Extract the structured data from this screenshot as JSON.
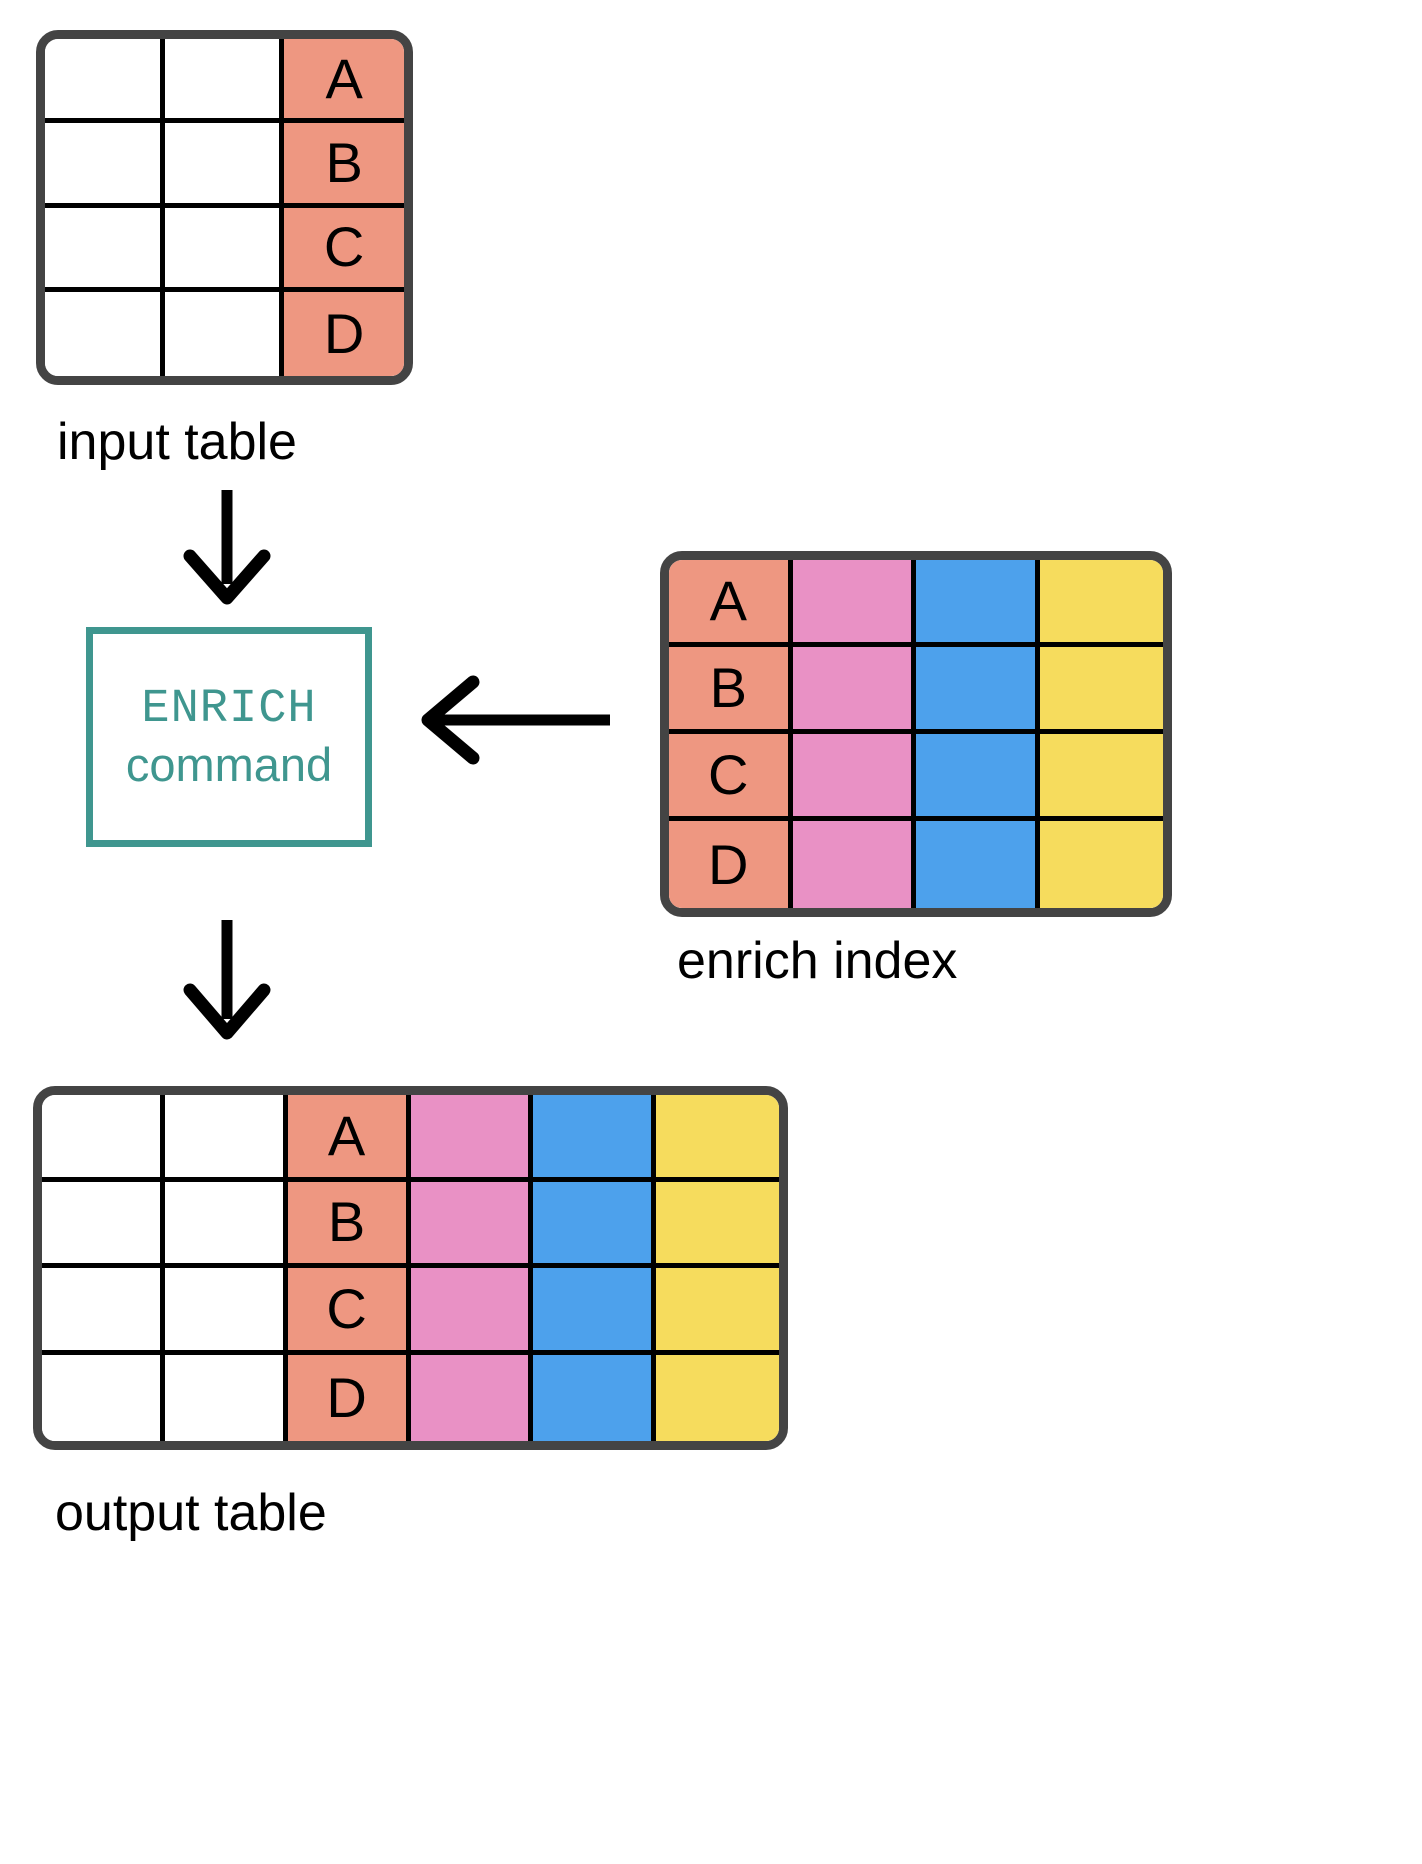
{
  "diagram": {
    "title": "ENRICH command flow",
    "colors": {
      "border_dark": "#444444",
      "grid_line": "#000000",
      "salmon": "#ee9781",
      "pink": "#e991c5",
      "blue": "#4da1ec",
      "yellow": "#f6dc5d",
      "teal": "#3f968f",
      "white": "#ffffff"
    }
  },
  "input_table": {
    "caption": "input table",
    "columns": 3,
    "rows": 4,
    "cells": [
      [
        {
          "text": "",
          "fill": "white"
        },
        {
          "text": "",
          "fill": "white"
        },
        {
          "text": "A",
          "fill": "salmon"
        }
      ],
      [
        {
          "text": "",
          "fill": "white"
        },
        {
          "text": "",
          "fill": "white"
        },
        {
          "text": "B",
          "fill": "salmon"
        }
      ],
      [
        {
          "text": "",
          "fill": "white"
        },
        {
          "text": "",
          "fill": "white"
        },
        {
          "text": "C",
          "fill": "salmon"
        }
      ],
      [
        {
          "text": "",
          "fill": "white"
        },
        {
          "text": "",
          "fill": "white"
        },
        {
          "text": "D",
          "fill": "salmon"
        }
      ]
    ]
  },
  "enrich_index_table": {
    "caption": "enrich index",
    "columns": 4,
    "rows": 4,
    "cells": [
      [
        {
          "text": "A",
          "fill": "salmon"
        },
        {
          "text": "",
          "fill": "pink"
        },
        {
          "text": "",
          "fill": "blue"
        },
        {
          "text": "",
          "fill": "yellow"
        }
      ],
      [
        {
          "text": "B",
          "fill": "salmon"
        },
        {
          "text": "",
          "fill": "pink"
        },
        {
          "text": "",
          "fill": "blue"
        },
        {
          "text": "",
          "fill": "yellow"
        }
      ],
      [
        {
          "text": "C",
          "fill": "salmon"
        },
        {
          "text": "",
          "fill": "pink"
        },
        {
          "text": "",
          "fill": "blue"
        },
        {
          "text": "",
          "fill": "yellow"
        }
      ],
      [
        {
          "text": "D",
          "fill": "salmon"
        },
        {
          "text": "",
          "fill": "pink"
        },
        {
          "text": "",
          "fill": "blue"
        },
        {
          "text": "",
          "fill": "yellow"
        }
      ]
    ]
  },
  "output_table": {
    "caption": "output table",
    "columns": 6,
    "rows": 4,
    "cells": [
      [
        {
          "text": "",
          "fill": "white"
        },
        {
          "text": "",
          "fill": "white"
        },
        {
          "text": "A",
          "fill": "salmon"
        },
        {
          "text": "",
          "fill": "pink"
        },
        {
          "text": "",
          "fill": "blue"
        },
        {
          "text": "",
          "fill": "yellow"
        }
      ],
      [
        {
          "text": "",
          "fill": "white"
        },
        {
          "text": "",
          "fill": "white"
        },
        {
          "text": "B",
          "fill": "salmon"
        },
        {
          "text": "",
          "fill": "pink"
        },
        {
          "text": "",
          "fill": "blue"
        },
        {
          "text": "",
          "fill": "yellow"
        }
      ],
      [
        {
          "text": "",
          "fill": "white"
        },
        {
          "text": "",
          "fill": "white"
        },
        {
          "text": "C",
          "fill": "salmon"
        },
        {
          "text": "",
          "fill": "pink"
        },
        {
          "text": "",
          "fill": "blue"
        },
        {
          "text": "",
          "fill": "yellow"
        }
      ],
      [
        {
          "text": "",
          "fill": "white"
        },
        {
          "text": "",
          "fill": "white"
        },
        {
          "text": "D",
          "fill": "salmon"
        },
        {
          "text": "",
          "fill": "pink"
        },
        {
          "text": "",
          "fill": "blue"
        },
        {
          "text": "",
          "fill": "yellow"
        }
      ]
    ]
  },
  "command_box": {
    "keyword": "ENRICH",
    "word": "command"
  },
  "arrows": [
    {
      "name": "arrow-input-to-command",
      "direction": "down"
    },
    {
      "name": "arrow-command-to-output",
      "direction": "down"
    },
    {
      "name": "arrow-index-to-command",
      "direction": "left"
    }
  ]
}
